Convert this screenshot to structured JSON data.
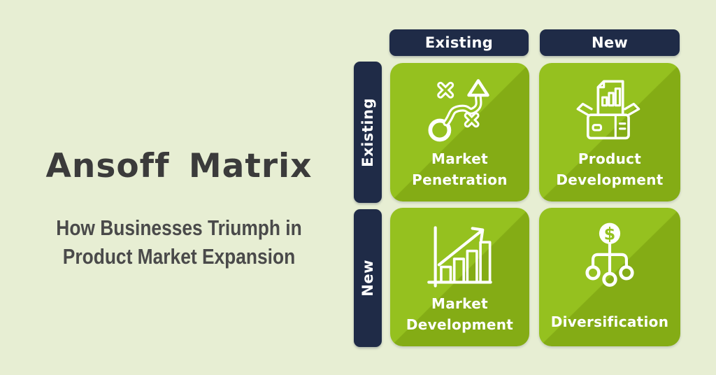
{
  "colors": {
    "background": "#E7EED3",
    "navy": "#1F2B47",
    "green_light": "#95C11F",
    "green_dark": "#84AC15",
    "title_color": "#3B3B3B",
    "subtitle_color": "#4A4A4A",
    "icon_color": "#FFFFFF"
  },
  "hero": {
    "title": "Ansoff Matrix",
    "subtitle_line1": "How Businesses Triumph in",
    "subtitle_line2": "Product Market Expansion"
  },
  "matrix": {
    "currency_symbol": "$",
    "column_headers": [
      {
        "label": "Existing"
      },
      {
        "label": "New"
      }
    ],
    "row_headers": [
      {
        "label": "Existing"
      },
      {
        "label": "New"
      }
    ],
    "quadrants": [
      {
        "label_line1": "Market",
        "label_line2": "Penetration",
        "icon": "strategy-path-icon"
      },
      {
        "label_line1": "Product",
        "label_line2": "Development",
        "icon": "product-box-icon"
      },
      {
        "label_line1": "Market",
        "label_line2": "Development",
        "icon": "growth-chart-icon"
      },
      {
        "label_line1": "Diversification",
        "label_line2": "",
        "icon": "dollar-network-icon"
      }
    ]
  }
}
